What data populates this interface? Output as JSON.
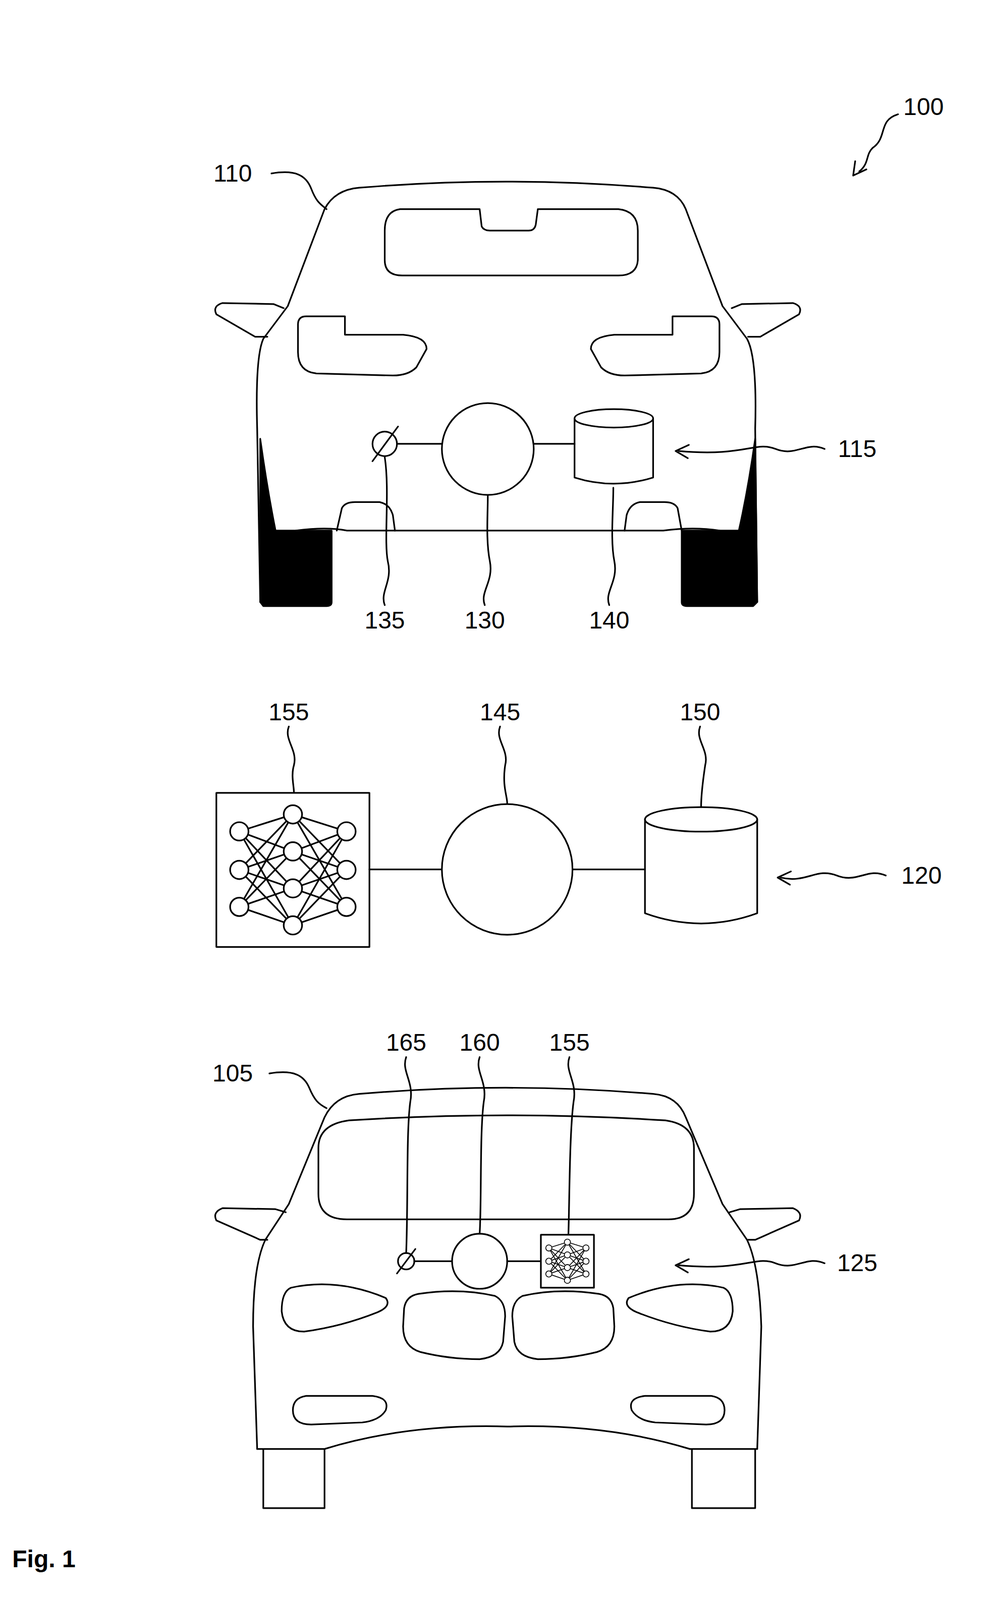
{
  "diagram": {
    "labels": [
      "100",
      "110",
      "115",
      "135",
      "130",
      "140",
      "155",
      "145",
      "150",
      "120",
      "165",
      "160",
      "155",
      "105",
      "125",
      "Fig. 1"
    ]
  }
}
